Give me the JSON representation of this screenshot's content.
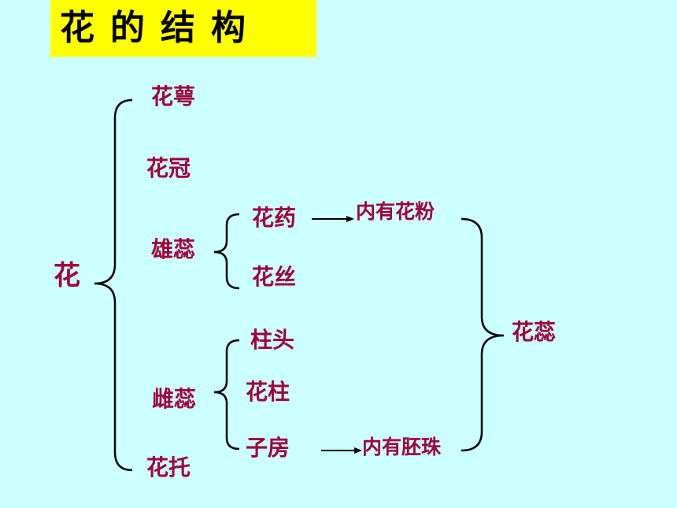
{
  "title": "花的结构",
  "root": "花",
  "parts": {
    "sepal": "花萼",
    "petal": "花冠",
    "stamen": "雄蕊",
    "pistil": "雌蕊",
    "receptacle": "花托"
  },
  "stamen_parts": {
    "anther": "花药",
    "filament": "花丝"
  },
  "pistil_parts": {
    "stigma": "柱头",
    "style": "花柱",
    "ovary": "子房"
  },
  "contents": {
    "pollen": "内有花粉",
    "ovule": "内有胚珠"
  },
  "group": "花蕊",
  "colors": {
    "background": "#ccffff",
    "title_bg": "#ffff00",
    "label": "#a0003c",
    "line": "#000000"
  }
}
